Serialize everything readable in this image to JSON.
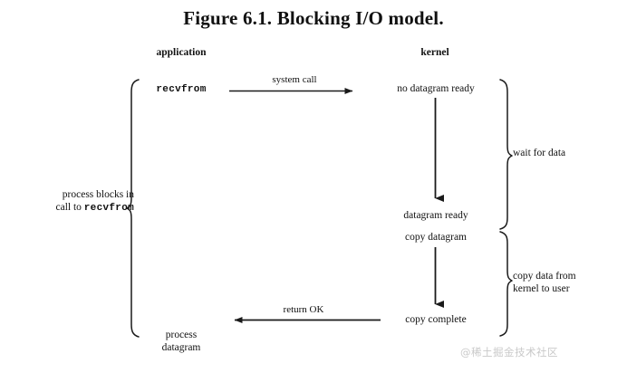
{
  "figure": {
    "title": "Figure 6.1. Blocking I/O model.",
    "watermark": "@稀土掘金技术社区",
    "line_color": "#1a1a1a",
    "text_color": "#111111",
    "background": "#ffffff",
    "watermark_color": "#c9c9c9"
  },
  "columns": [
    {
      "id": "application",
      "label": "application"
    },
    {
      "id": "kernel",
      "label": "kernel"
    }
  ],
  "application_nodes": [
    {
      "id": "recvfrom",
      "label": "recvfrom",
      "style": "monospace"
    },
    {
      "id": "process-datagram",
      "line1": "process",
      "line2": "datagram",
      "style": "serif"
    }
  ],
  "kernel_nodes": [
    {
      "id": "no-datagram-ready",
      "label": "no datagram ready"
    },
    {
      "id": "datagram-ready",
      "label": "datagram ready"
    },
    {
      "id": "copy-datagram",
      "label": "copy datagram"
    },
    {
      "id": "copy-complete",
      "label": "copy complete"
    }
  ],
  "arrows": [
    {
      "id": "system-call",
      "label": "system call",
      "direction": "right",
      "from": "recvfrom",
      "to": "no datagram ready"
    },
    {
      "id": "wait-arrow",
      "label": "",
      "direction": "down",
      "from": "no datagram ready",
      "to": "datagram ready"
    },
    {
      "id": "copy-arrow",
      "label": "",
      "direction": "down",
      "from": "copy datagram",
      "to": "copy complete"
    },
    {
      "id": "return-ok",
      "label": "return OK",
      "direction": "left",
      "from": "copy complete",
      "to": "process datagram"
    }
  ],
  "braces": [
    {
      "id": "process-blocks",
      "side": "left",
      "line1": "process blocks in",
      "line2_prefix": "call to ",
      "line2_mono": "recvfrom",
      "spans": "recvfrom to process datagram"
    },
    {
      "id": "wait-for-data",
      "side": "right",
      "label": "wait for data",
      "spans": "no datagram ready to datagram ready"
    },
    {
      "id": "copy-data",
      "side": "right",
      "line1": "copy data from",
      "line2": "kernel to user",
      "spans": "copy datagram to copy complete"
    }
  ]
}
